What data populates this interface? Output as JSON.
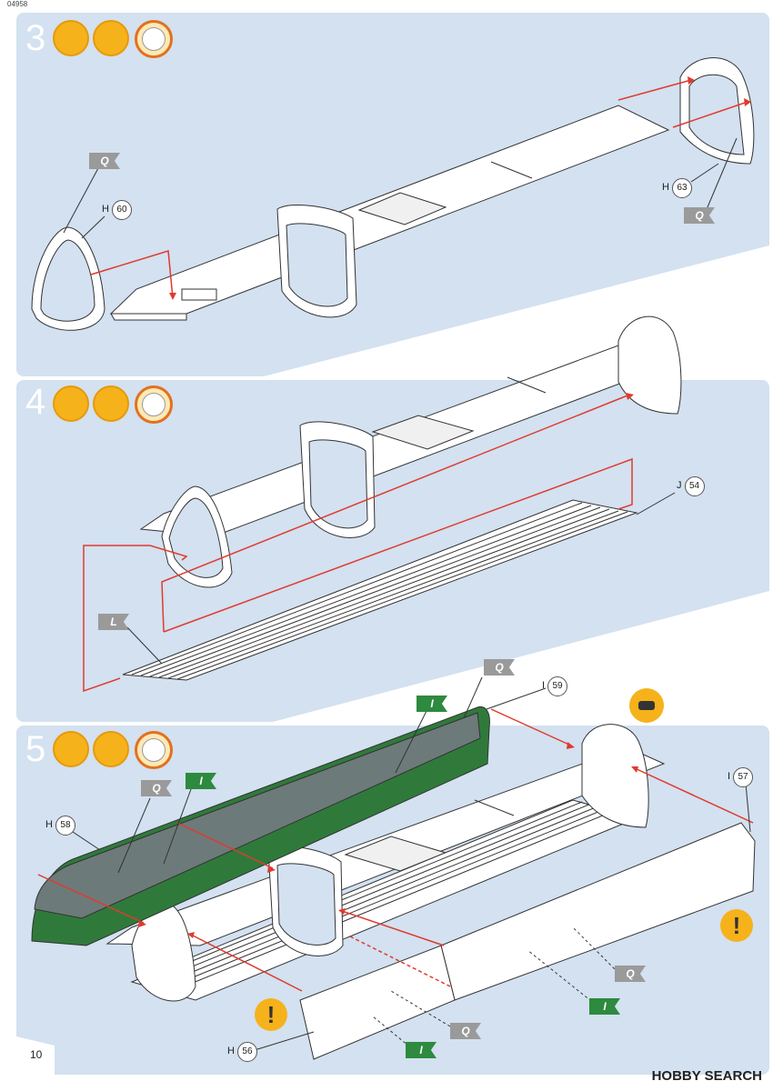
{
  "header": {
    "product_code": "04958"
  },
  "page": {
    "number": "10"
  },
  "watermark": "HOBBY SEARCH",
  "steps": [
    {
      "number": "3",
      "icons": [
        "glue-icon",
        "paint-icon",
        "clock-icon"
      ]
    },
    {
      "number": "4",
      "icons": [
        "glue-icon",
        "paint-icon",
        "clock-icon"
      ]
    },
    {
      "number": "5",
      "icons": [
        "glue-icon",
        "paint-icon",
        "clock-icon"
      ]
    }
  ],
  "parts": {
    "h60": {
      "letter": "H",
      "num": "60"
    },
    "h63": {
      "letter": "H",
      "num": "63"
    },
    "j54": {
      "letter": "J",
      "num": "54"
    },
    "i59": {
      "letter": "I",
      "num": "59"
    },
    "h58": {
      "letter": "H",
      "num": "58"
    },
    "i57": {
      "letter": "I",
      "num": "57"
    },
    "h56": {
      "letter": "H",
      "num": "56"
    }
  },
  "flags": {
    "q": "Q",
    "l": "L",
    "i": "I"
  },
  "colors": {
    "panel_bg": "#d3e1f0",
    "arrow_red": "#e03a2f",
    "flag_gray": "#9a9a9a",
    "flag_green": "#2d8a3e",
    "icon_orange": "#f6b21b"
  }
}
